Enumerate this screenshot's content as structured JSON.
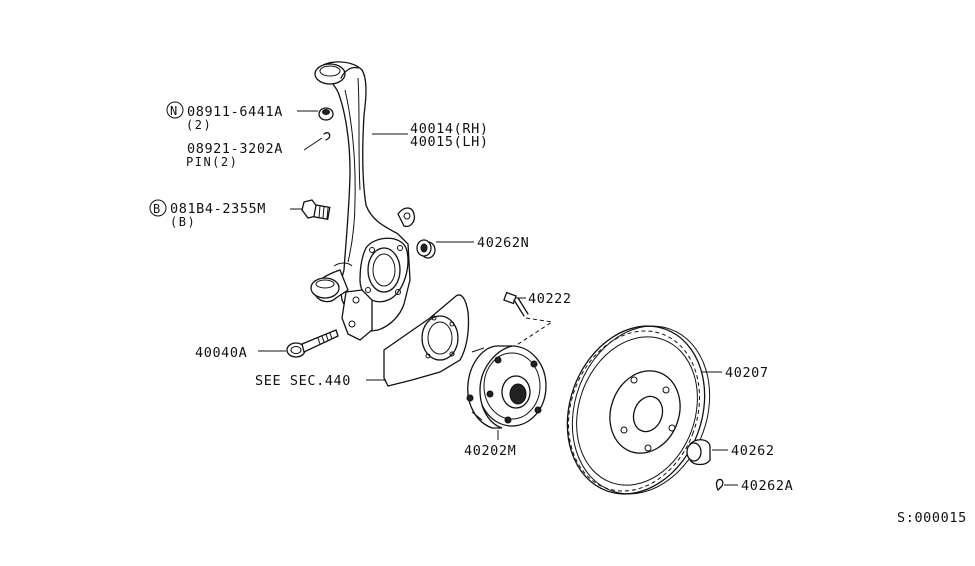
{
  "labels": {
    "nut_code": "N",
    "nut_part": "08911-6441A",
    "nut_qty": "(2)",
    "pin_part": "08921-3202A",
    "pin_name": "PIN(2)",
    "bolt_code": "B",
    "bolt_part": "081B4-2355M",
    "bolt_qty": "(B)",
    "knuckle_rh": "40014(RH)",
    "knuckle_lh": "40015(LH)",
    "seal": "40262N",
    "hub_bolt": "40222",
    "spindle_bolt": "40040A",
    "see_sec": "SEE SEC.440",
    "rotor": "40207",
    "hub": "40202M",
    "cap": "40262",
    "cotter": "40262A",
    "diagram_id": "S:000015"
  }
}
